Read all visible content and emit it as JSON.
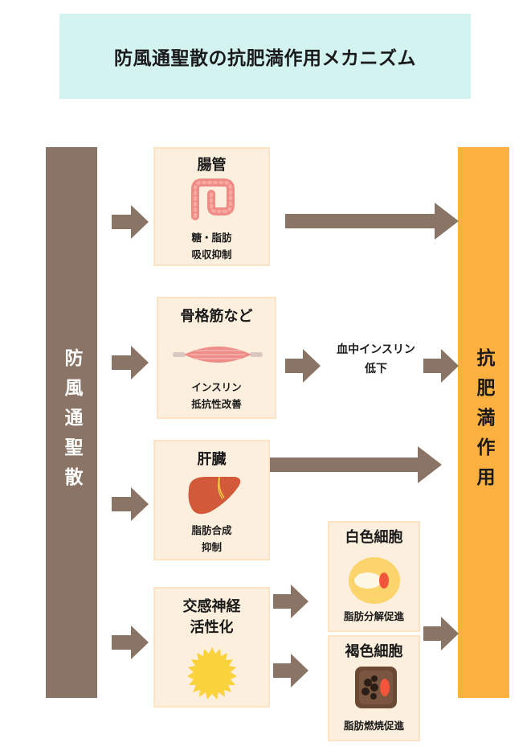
{
  "title": "防風通聖散の抗肥満作用メカニズム",
  "left_bar": {
    "label": "防風通聖散"
  },
  "right_bar": {
    "label": "抗肥満作用"
  },
  "cards": {
    "intestine": {
      "title": "腸管",
      "line1": "糖・脂肪",
      "line2": "吸収抑制",
      "icon": "intestine-icon"
    },
    "muscle": {
      "title": "骨格筋など",
      "line1": "インスリン",
      "line2": "抵抗性改善",
      "icon": "muscle-icon"
    },
    "liver": {
      "title": "肝臓",
      "line1": "脂肪合成",
      "line2": "抑制",
      "icon": "liver-icon"
    },
    "sympathetic": {
      "title1": "交感神経",
      "title2": "活性化",
      "icon": "sun-burst-icon"
    },
    "white_fat": {
      "title": "白色細胞",
      "caption": "脂肪分解促進",
      "icon": "white-fat-cell-icon"
    },
    "brown_fat": {
      "title": "褐色細胞",
      "caption": "脂肪燃焼促進",
      "icon": "brown-fat-cell-icon"
    }
  },
  "mid_label": {
    "line1": "血中インスリン",
    "line2": "低下"
  },
  "colors": {
    "title_bg": "#d3f3f0",
    "left_bar": "#8a7465",
    "right_bar": "#fbb040",
    "card_bg": "#fcefdd",
    "arrow": "#8a7465"
  }
}
